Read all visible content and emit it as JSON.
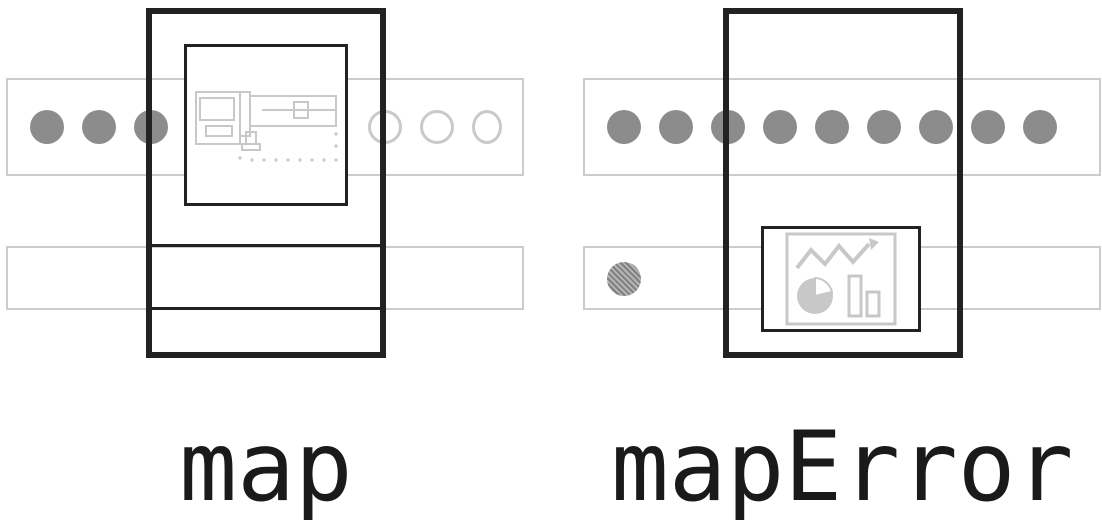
{
  "panels": [
    {
      "id": "map",
      "caption": "map",
      "value_lane_dots": [
        {
          "state": "filled"
        },
        {
          "state": "filled"
        },
        {
          "state": "filled"
        },
        {
          "state": "hollow"
        },
        {
          "state": "hollow"
        },
        {
          "state": "hollow"
        }
      ],
      "error_lane_dots": [],
      "machine_icon": "processing-machine-icon"
    },
    {
      "id": "mapError",
      "caption": "mapError",
      "value_lane_dots": [
        {
          "state": "filled"
        },
        {
          "state": "filled"
        },
        {
          "state": "filled"
        },
        {
          "state": "filled"
        },
        {
          "state": "filled"
        },
        {
          "state": "filled"
        },
        {
          "state": "filled"
        },
        {
          "state": "filled"
        },
        {
          "state": "filled"
        }
      ],
      "error_lane_dots": [
        {
          "state": "error"
        }
      ],
      "machine_icon": "chart-report-icon"
    }
  ],
  "colors": {
    "outline": "#222222",
    "lane_border": "#cccccc",
    "dot_filled": "#8c8c8c",
    "dot_hollow_border": "#c9c9c9",
    "icon_gray": "#c8c8c8"
  }
}
